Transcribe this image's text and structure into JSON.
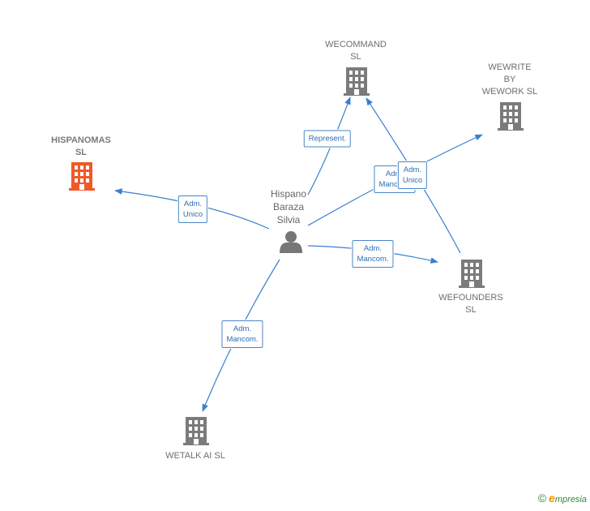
{
  "nodes": {
    "wecommand": {
      "label": "WECOMMAND\nSL"
    },
    "wewrite": {
      "label": "WEWRITE\nBY\nWEWORK SL"
    },
    "hispanomas": {
      "label": "HISPANOMAS\nSL"
    },
    "person": {
      "label": "Hispano\nBaraza\nSilvia"
    },
    "wefounders": {
      "label": "WEFOUNDERS\nSL"
    },
    "wetalk": {
      "label": "WETALK AI SL"
    }
  },
  "edges": {
    "represent": "Represent.",
    "adm_unico_hispanomas": "Adm.\nUnico",
    "adm_mancom_wecommand": "Adm.\nMancom.",
    "adm_unico_wewrite": "Adm.\nUnico",
    "adm_mancom_wefounders": "Adm.\nMancom.",
    "adm_mancom_wetalk": "Adm.\nMancom."
  },
  "colors": {
    "edge": "#3a7fd0",
    "building": "#7b7b7b",
    "building_highlight": "#f05a28",
    "person": "#777777"
  },
  "copyright": {
    "symbol": "©",
    "brand_initial": "e",
    "brand_rest": "mpresia"
  }
}
